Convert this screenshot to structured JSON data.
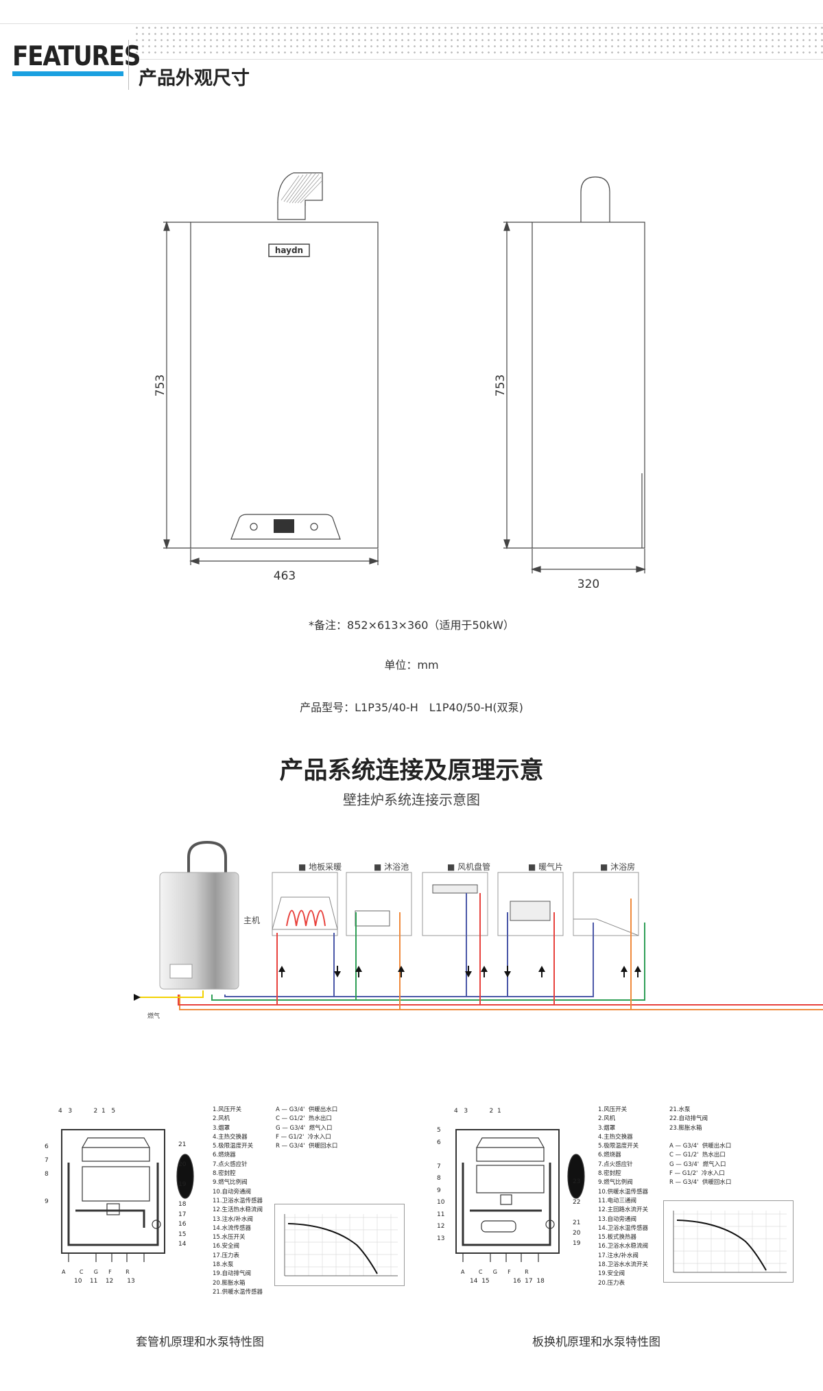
{
  "header": {
    "features_word": "FEATURES",
    "section_title": "产品外观尺寸"
  },
  "dimensions": {
    "front_brand": "haydn",
    "front_height": "753",
    "front_width": "463",
    "side_height": "753",
    "side_depth": "320",
    "note": "*备注：852×613×360（适用于50kW）",
    "unit": "单位：mm",
    "model": "产品型号：L1P35/40-H　L1P40/50-H(双泵)"
  },
  "system": {
    "title": "产品系统连接及原理示意",
    "subtitle": "壁挂炉系统连接示意图",
    "host_label": "主机",
    "gas_label": "燃气",
    "rooms": [
      "■ 地板采暖",
      "■ 沐浴池",
      "■ 风机盘管",
      "■ 暖气片",
      "■ 沐浴房"
    ]
  },
  "left_diagram": {
    "callouts": [
      "1",
      "2",
      "3",
      "4",
      "5",
      "6",
      "7",
      "8",
      "9",
      "10",
      "11",
      "12",
      "13",
      "14",
      "15",
      "16",
      "17",
      "18",
      "19",
      "20",
      "21",
      "A",
      "C",
      "G",
      "F",
      "R"
    ],
    "legend_parts": "1.风压开关\n2.风机\n3.烟罩\n4.主热交换器\n5.极限温度开关\n6.燃烧器\n7.点火感应针\n8.密封腔\n9.燃气比例阀\n10.自动旁通阀\n11.卫浴水温传感器\n12.生活热水稳流阀\n13.注水/补水阀\n14.水流传感器\n15.水压开关\n16.安全阀\n17.压力表\n18.水泵\n19.自动排气阀\n20.膨胀水箱\n21.供暖水温传感器",
    "legend_ports": "A — G3/4'  供暖出水口\nC — G1/2'  热水出口\nG — G3/4'  燃气入口\nF — G1/2'  冷水入口\nR — G3/4'  供暖回水口",
    "caption": "套管机原理和水泵特性图"
  },
  "right_diagram": {
    "callouts": [
      "1",
      "2",
      "3",
      "4",
      "5",
      "6",
      "7",
      "8",
      "9",
      "10",
      "11",
      "12",
      "13",
      "14",
      "15",
      "16",
      "17",
      "18",
      "19",
      "20",
      "21",
      "22",
      "23",
      "A",
      "C",
      "G",
      "F",
      "R"
    ],
    "legend_parts": "1.风压开关\n2.风机\n3.烟罩\n4.主热交换器\n5.极限温度开关\n6.燃烧器\n7.点火感应针\n8.密封腔\n9.燃气比例阀\n10.供暖水温传感器\n11.电动三通阀\n12.主回路水流开关\n13.自动旁通阀\n14.卫浴水温传感器\n15.板式换热器\n16.卫浴水水稳流阀\n17.注水/补水阀\n18.卫浴水水流开关\n19.安全阀\n20.压力表",
    "legend_parts2": "21.水泵\n22.自动排气阀\n23.膨胀水箱",
    "legend_ports": "A — G3/4'  供暖出水口\nC — G1/2'  热水出口\nG — G3/4'  燃气入口\nF — G1/2'  冷水入口\nR — G3/4'  供暖回水口",
    "caption": "板换机原理和水泵特性图"
  },
  "colors": {
    "accent": "#1aa0e0",
    "pipe_red": "#e8413c",
    "pipe_blue": "#4a57a8",
    "pipe_green": "#2e9e55",
    "pipe_orange": "#f08a3c",
    "pipe_yellow": "#f2d200"
  }
}
